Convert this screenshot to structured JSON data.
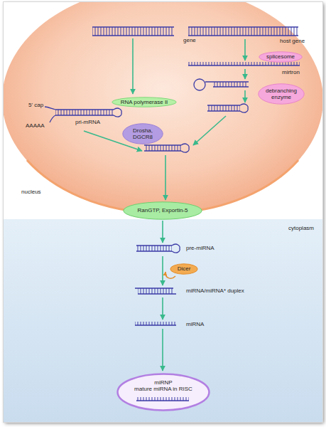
{
  "diagram": {
    "nodes": [
      {
        "text": [
          "nucleus"
        ]
      },
      {
        "text": [
          "splicesome"
        ],
        "in": 0
      },
      {
        "text": [
          "debranching enzyme"
        ],
        "in": 0
      },
      {
        "text": [
          "RNA polymerase II"
        ],
        "in": 0
      },
      {
        "text": [
          "Drosha, DGCR8"
        ],
        "in": 0
      },
      {
        "text": [
          "RanGTP, Exportin-5"
        ]
      },
      {
        "text": [
          "cytoplasm"
        ]
      },
      {
        "text": [
          "Dicer"
        ],
        "in": 6
      },
      {
        "text": [
          "miRNP",
          "mature miRNA in RISC"
        ],
        "in": 6
      }
    ],
    "labels": [
      "gene",
      "host gene",
      "mirtron",
      "5' cap",
      "pri-mRNA",
      "AAAAA",
      "pre-miRNA",
      "miRNA/miRNA* duplex",
      "miRNA"
    ]
  }
}
